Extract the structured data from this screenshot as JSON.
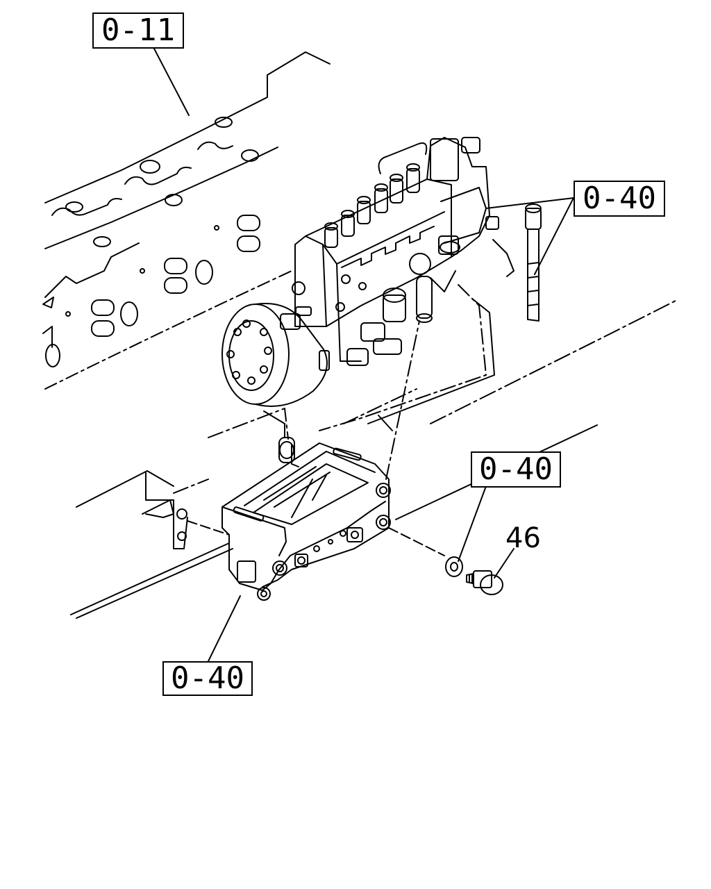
{
  "callouts": {
    "upper_left": "0-11",
    "upper_right": "0-40",
    "middle_right": "0-40",
    "lower_left": "0-40",
    "part_number": "46"
  }
}
